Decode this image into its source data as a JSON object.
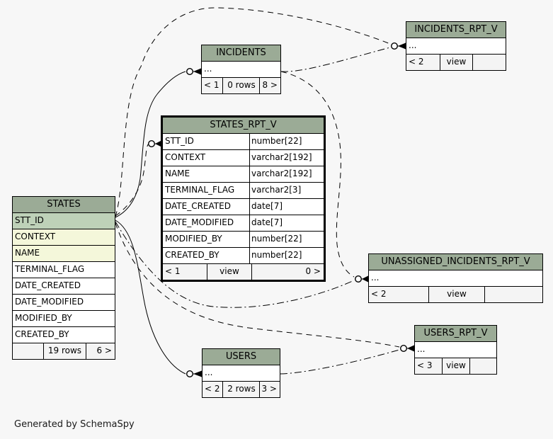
{
  "page": {
    "footer_note": "Generated by SchemaSpy"
  },
  "colors": {
    "background": "#f7f7f7",
    "header_bg": "#9bab96",
    "primary_key_bg": "#bed1b8",
    "indexed_bg": "#f4f7da",
    "row_bg": "#ffffff",
    "footer_bg": "#f4f4f4",
    "line": "#000000"
  },
  "tables": [
    {
      "id": "states",
      "name": "STATES",
      "emphasized": false,
      "columns": [
        {
          "name": "STT_ID",
          "type": "",
          "style": "pk"
        },
        {
          "name": "CONTEXT",
          "type": "",
          "style": "indexed"
        },
        {
          "name": "NAME",
          "type": "",
          "style": "indexed"
        },
        {
          "name": "TERMINAL_FLAG",
          "type": "",
          "style": "plain"
        },
        {
          "name": "DATE_CREATED",
          "type": "",
          "style": "plain"
        },
        {
          "name": "DATE_MODIFIED",
          "type": "",
          "style": "plain"
        },
        {
          "name": "MODIFIED_BY",
          "type": "",
          "style": "plain"
        },
        {
          "name": "CREATED_BY",
          "type": "",
          "style": "plain"
        }
      ],
      "footer": [
        "",
        "19 rows",
        "6 >"
      ]
    },
    {
      "id": "states_rpt_v",
      "name": "STATES_RPT_V",
      "emphasized": true,
      "columns": [
        {
          "name": "STT_ID",
          "type": "number[22]",
          "style": "plain"
        },
        {
          "name": "CONTEXT",
          "type": "varchar2[192]",
          "style": "plain"
        },
        {
          "name": "NAME",
          "type": "varchar2[192]",
          "style": "plain"
        },
        {
          "name": "TERMINAL_FLAG",
          "type": "varchar2[3]",
          "style": "plain"
        },
        {
          "name": "DATE_CREATED",
          "type": "date[7]",
          "style": "plain"
        },
        {
          "name": "DATE_MODIFIED",
          "type": "date[7]",
          "style": "plain"
        },
        {
          "name": "MODIFIED_BY",
          "type": "number[22]",
          "style": "plain"
        },
        {
          "name": "CREATED_BY",
          "type": "number[22]",
          "style": "plain"
        }
      ],
      "footer": [
        "< 1",
        "view",
        "0 >"
      ]
    },
    {
      "id": "incidents",
      "name": "INCIDENTS",
      "emphasized": false,
      "columns": [
        {
          "name": "...",
          "type": "",
          "style": "plain"
        }
      ],
      "footer": [
        "< 1",
        "0 rows",
        "8 >"
      ]
    },
    {
      "id": "incidents_rpt_v",
      "name": "INCIDENTS_RPT_V",
      "emphasized": false,
      "columns": [
        {
          "name": "...",
          "type": "",
          "style": "plain"
        }
      ],
      "footer": [
        "< 2",
        "view",
        ""
      ]
    },
    {
      "id": "unassigned_incidents_rpt_v",
      "name": "UNASSIGNED_INCIDENTS_RPT_V",
      "emphasized": false,
      "columns": [
        {
          "name": "...",
          "type": "",
          "style": "plain"
        }
      ],
      "footer": [
        "< 2",
        "view",
        ""
      ]
    },
    {
      "id": "users_rpt_v",
      "name": "USERS_RPT_V",
      "emphasized": false,
      "columns": [
        {
          "name": "...",
          "type": "",
          "style": "plain"
        }
      ],
      "footer": [
        "< 3",
        "view",
        ""
      ]
    },
    {
      "id": "users",
      "name": "USERS",
      "emphasized": false,
      "columns": [
        {
          "name": "...",
          "type": "",
          "style": "plain"
        }
      ],
      "footer": [
        "< 2",
        "2 rows",
        "3 >"
      ]
    }
  ],
  "relationships": [
    {
      "from": "STATES",
      "to": "INCIDENTS",
      "style": "solid"
    },
    {
      "from": "STATES",
      "to": "USERS",
      "style": "solid"
    },
    {
      "from": "STATES",
      "to": "STATES_RPT_V",
      "style": "dashed"
    },
    {
      "from": "STATES",
      "to": "INCIDENTS_RPT_V",
      "style": "dashed"
    },
    {
      "from": "STATES",
      "to": "UNASSIGNED_INCIDENTS_RPT_V",
      "style": "dashdot"
    },
    {
      "from": "STATES",
      "to": "USERS_RPT_V",
      "style": "dashed"
    },
    {
      "from": "INCIDENTS",
      "to": "INCIDENTS_RPT_V",
      "style": "dashdot"
    },
    {
      "from": "INCIDENTS",
      "to": "UNASSIGNED_INCIDENTS_RPT_V",
      "style": "dashed"
    },
    {
      "from": "USERS",
      "to": "USERS_RPT_V",
      "style": "dashdot"
    }
  ]
}
